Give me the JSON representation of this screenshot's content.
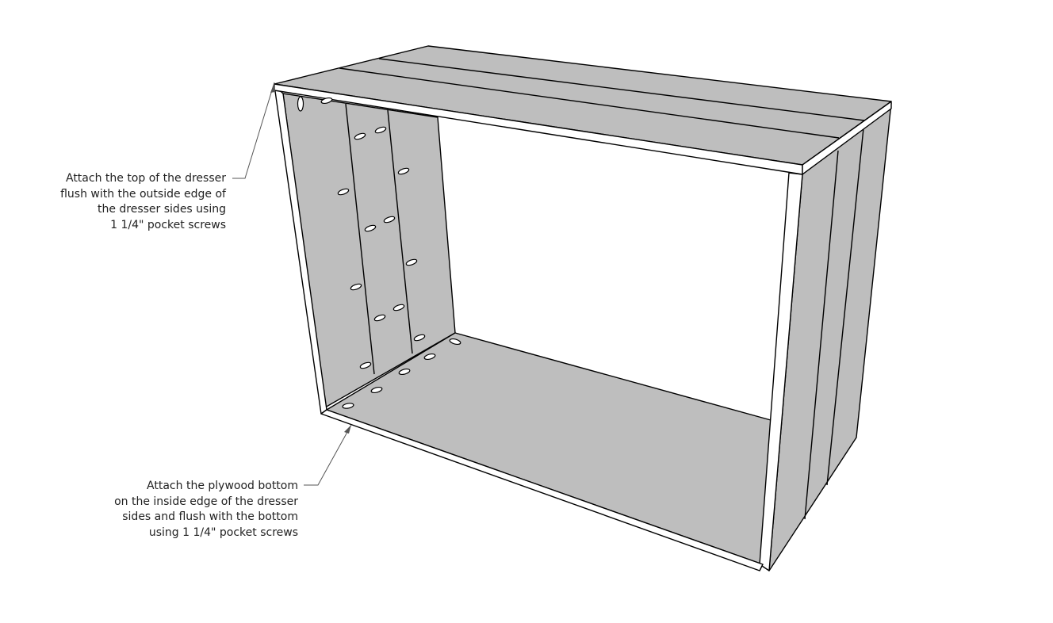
{
  "annotations": {
    "top": {
      "lines": [
        "Attach the top of the dresser",
        "flush with the outside edge of",
        "the dresser sides using",
        "1 1/4\" pocket screws"
      ]
    },
    "bottom": {
      "lines": [
        "Attach the plywood bottom",
        "on the inside edge of the dresser",
        "sides and flush with the bottom",
        "using 1 1/4\" pocket screws"
      ]
    }
  },
  "colors": {
    "board_face": "#bebebe",
    "board_edge": "#ffffff",
    "outline": "#000000",
    "leader": "#555555"
  }
}
